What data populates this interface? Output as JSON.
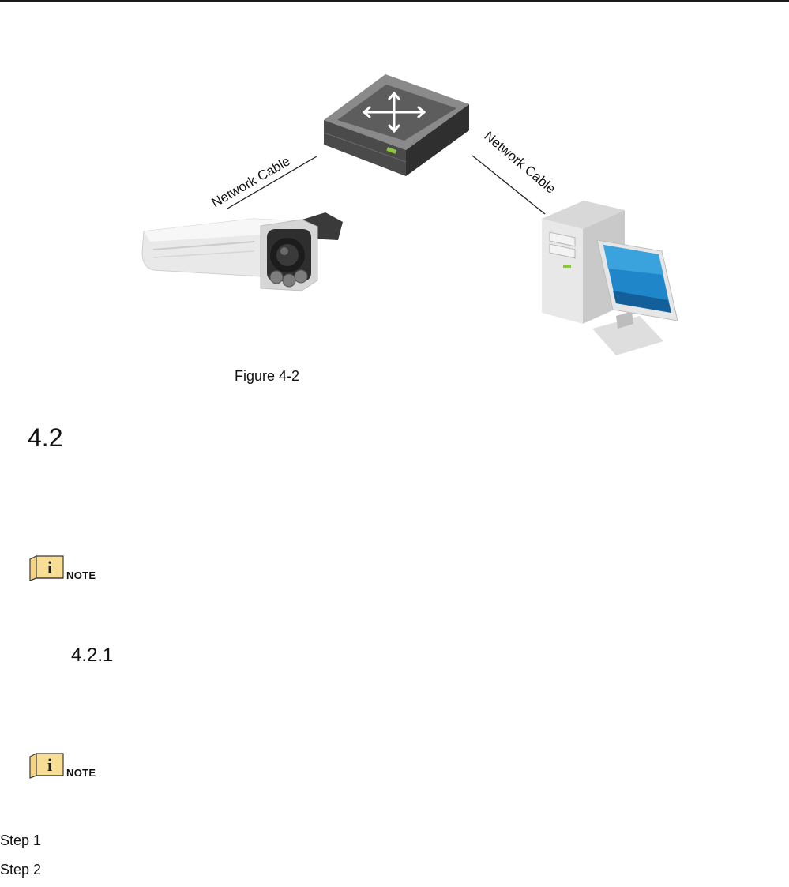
{
  "diagram": {
    "left_cable_label": "Network Cable",
    "right_cable_label": "Network Cable",
    "device_icons": [
      "camera-icon",
      "network-switch-icon",
      "computer-icon"
    ]
  },
  "figure_caption": "Figure 4-2",
  "section_heading": "4.2",
  "subsection_heading": "4.2.1",
  "notes": [
    {
      "label": "NOTE",
      "icon": "info-icon"
    },
    {
      "label": "NOTE",
      "icon": "info-icon"
    }
  ],
  "steps": [
    "Step 1",
    "Step 2"
  ]
}
